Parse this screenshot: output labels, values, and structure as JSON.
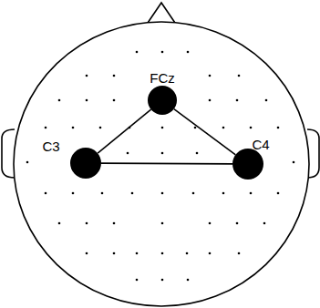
{
  "diagram": {
    "nodes": [
      {
        "text": [
          "FCz"
        ]
      },
      {
        "text": [
          "C3"
        ]
      },
      {
        "text": [
          "C4"
        ]
      }
    ],
    "edges": [
      {
        "from": 0,
        "to": 1,
        "arrow": "none"
      },
      {
        "from": 0,
        "to": 2,
        "arrow": "none"
      },
      {
        "from": 1,
        "to": 2,
        "arrow": "none"
      }
    ]
  }
}
